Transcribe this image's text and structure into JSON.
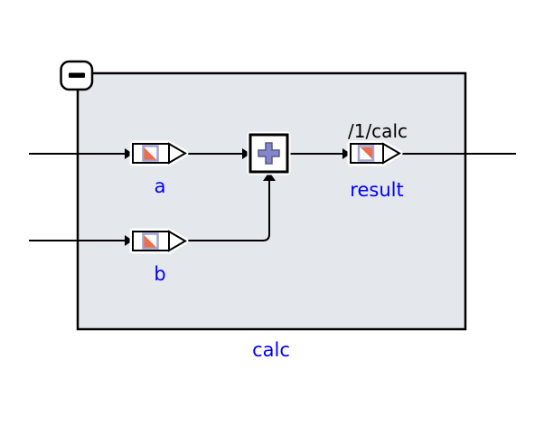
{
  "diagram": {
    "subsystem": {
      "label": "calc"
    },
    "collapse_button": {
      "icon": "minus",
      "state": "expanded"
    },
    "ports": {
      "a": {
        "label": "a",
        "type": "input"
      },
      "b": {
        "label": "b",
        "type": "input"
      },
      "result": {
        "label": "result",
        "type": "output",
        "path_label": "/1/calc"
      }
    },
    "blocks": {
      "sum": {
        "operator_icon": "plus"
      }
    }
  },
  "colors": {
    "line_black": "#000000",
    "box_fill": "#e4e8ec",
    "label_blue": "#0000ff",
    "connector_orange": "#ed6e49",
    "connector_border": "#a3a3d1",
    "plus_fill": "#8385cd",
    "plus_border": "#585a86"
  }
}
